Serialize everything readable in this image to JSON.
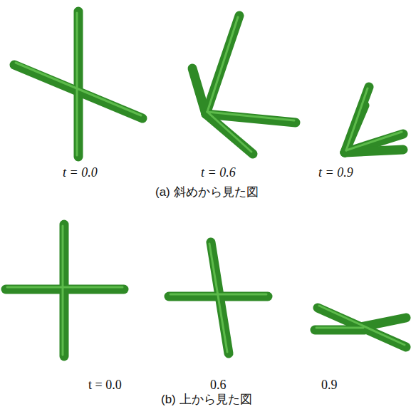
{
  "diagram": {
    "labels": [
      "t = 0.0",
      "t = 0.6",
      "t = 0.9",
      "(a) 斜めから見た図",
      "t = 0.0",
      "0.6",
      "0.9",
      "(b) 上から見た図"
    ]
  }
}
